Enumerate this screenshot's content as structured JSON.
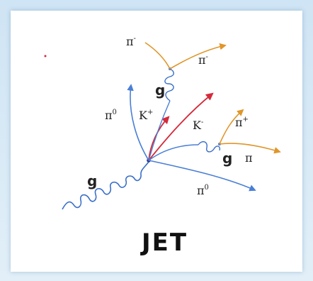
{
  "diagram": {
    "title": "JET",
    "labels": {
      "pi_minus_top": "π",
      "pi_minus_top_sup": "-",
      "pi_minus_right": "π",
      "pi_minus_right_sup": "-",
      "gluon_top": "g",
      "pi_zero_left": "π",
      "pi_zero_left_sup": "0",
      "k_plus": "K",
      "k_plus_sup": "+",
      "k_minus": "K",
      "k_minus_sup": "-",
      "pi_plus": "π",
      "pi_plus_sup": "+",
      "gluon_right": "g",
      "pi_right": "π",
      "gluon_left": "g",
      "pi_zero_bottom": "π",
      "pi_zero_bottom_sup": "0"
    },
    "colors": {
      "pion_blue": "#4a7fd6",
      "kaon_red": "#d42a3a",
      "orange": "#e0962a",
      "gluon": "#3a6fc8",
      "vertex": "#2a3a8a"
    }
  }
}
